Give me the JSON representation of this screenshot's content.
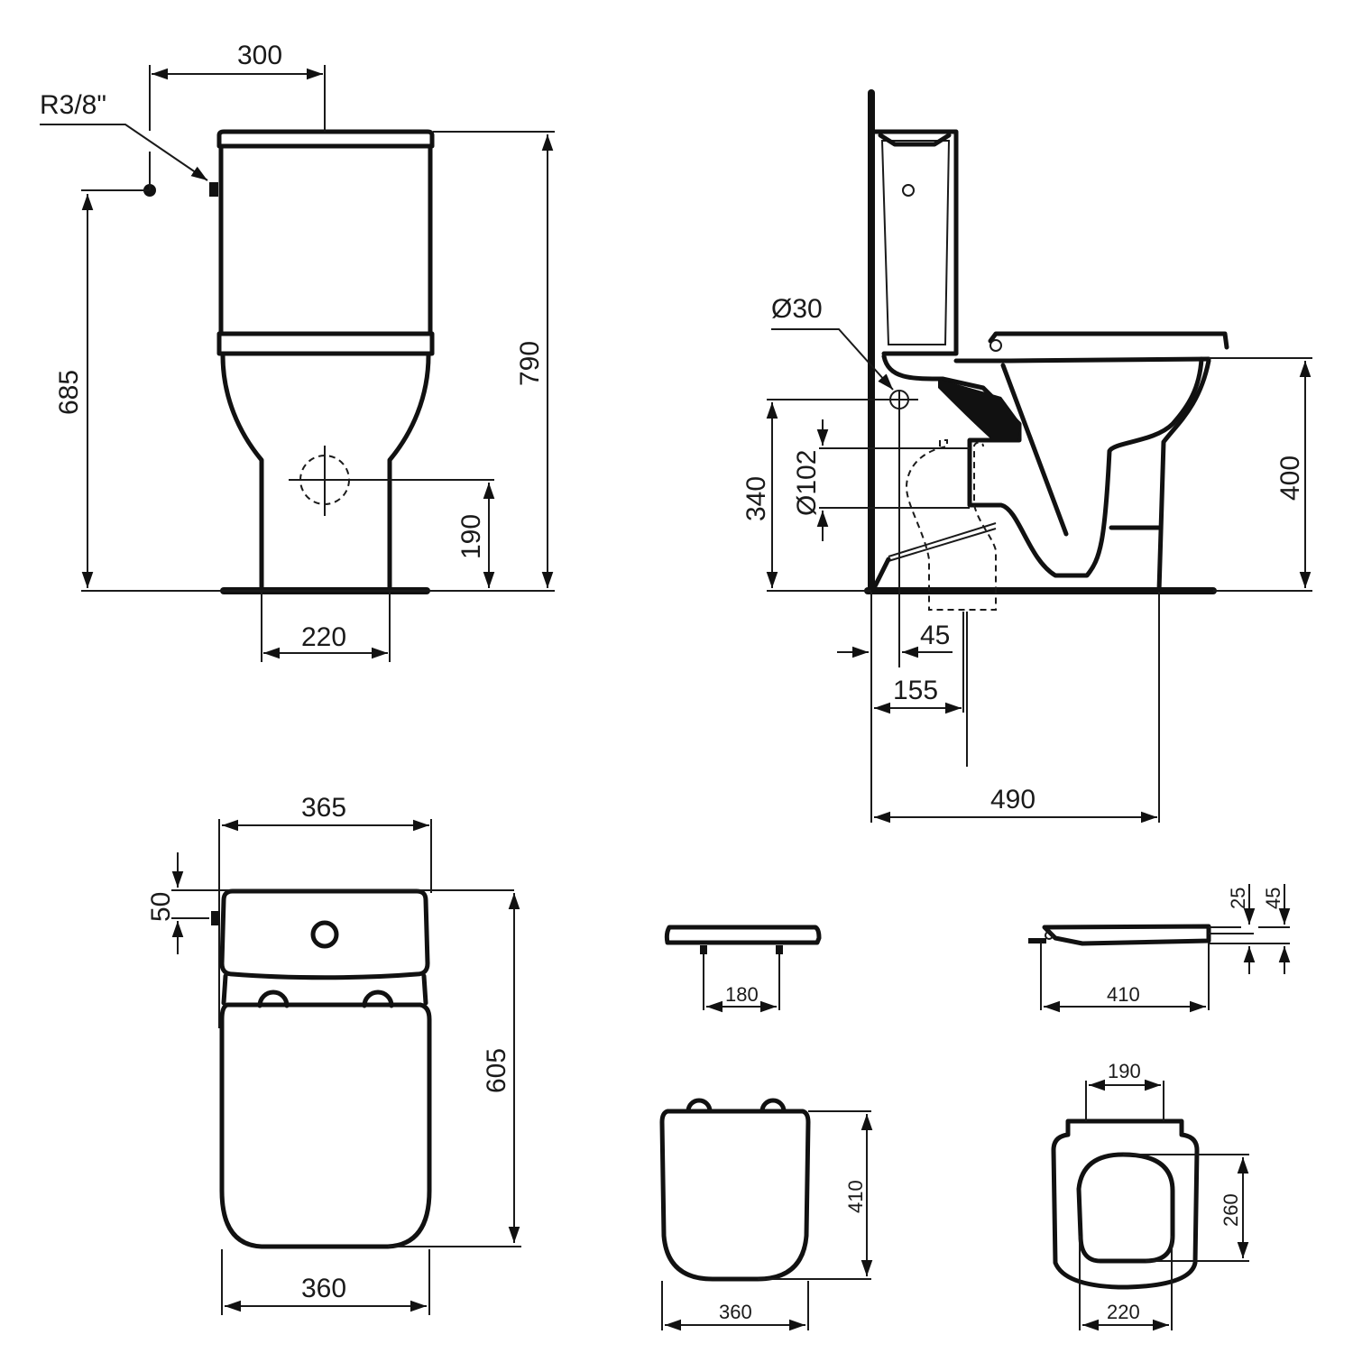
{
  "drawing": {
    "type": "technical dimension drawing",
    "subject": "close-coupled toilet with cistern and seat",
    "units": "mm",
    "line_color": "#111111",
    "background": "#ffffff"
  },
  "front_view": {
    "dim_inlet_offset": "300",
    "inlet_thread": "R3/8\"",
    "dim_inlet_height": "685",
    "dim_total_height": "790",
    "dim_outlet_height": "190",
    "dim_base_width": "220"
  },
  "side_view": {
    "dim_inlet_diameter": "Ø30",
    "dim_inlet_height": "340",
    "dim_outlet_diameter": "Ø102",
    "dim_seat_height": "400",
    "dim_wall_to_inlet": "45",
    "dim_wall_to_outlet": "155",
    "dim_total_depth": "490"
  },
  "top_view": {
    "dim_cistern_width": "365",
    "dim_inlet_offset": "50",
    "dim_total_depth": "605",
    "dim_seat_width": "360"
  },
  "seat_front_view": {
    "dim_hinge_spacing": "180"
  },
  "seat_side_view": {
    "dim_length": "410",
    "dim_seat_thickness": "25",
    "dim_total_thickness": "45"
  },
  "seat_lid_top_view": {
    "dim_length": "410",
    "dim_width": "360"
  },
  "seat_ring_top_view": {
    "dim_hinge_width": "190",
    "dim_opening_length": "260",
    "dim_opening_width": "220"
  }
}
